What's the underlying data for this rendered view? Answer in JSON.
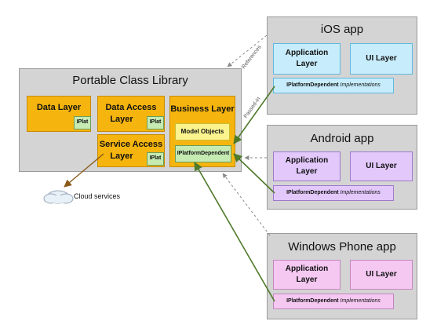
{
  "portable_class_library": {
    "title": "Portable Class Library",
    "data_layer": {
      "label": "Data Layer",
      "iplat": "IPlat"
    },
    "data_access_layer": {
      "line1": "Data Access",
      "line2": "Layer",
      "iplat": "IPlat"
    },
    "service_access_layer": {
      "line1": "Service Access",
      "line2": "Layer",
      "iplat": "IPlat"
    },
    "business_layer": {
      "label": "Business Layer",
      "model_objects": "Model Objects",
      "platform_dependent": "IPlatformDependent"
    }
  },
  "cloud_services": "Cloud services",
  "edge_labels": {
    "references": "References",
    "passed_in": "Passed-in"
  },
  "ios_app": {
    "title": "iOS app",
    "application_layer": {
      "line1": "Application",
      "line2": "Layer"
    },
    "ui_layer": "UI Layer",
    "implementations": {
      "bold": "IPlatformDependent",
      "italic": "Implementations"
    }
  },
  "android_app": {
    "title": "Android app",
    "application_layer": {
      "line1": "Application",
      "line2": "Layer"
    },
    "ui_layer": "UI Layer",
    "implementations": {
      "bold": "IPlatformDependent",
      "italic": "Implementations"
    }
  },
  "windows_phone_app": {
    "title": "Windows Phone app",
    "application_layer": {
      "line1": "Application",
      "line2": "Layer"
    },
    "ui_layer": "UI Layer",
    "implementations": {
      "bold": "IPlatformDependent",
      "italic": "Implementations"
    }
  },
  "colors": {
    "container": "#d4d4d4",
    "business": "#f6b50e",
    "iplat": "#c5ebb3",
    "ios": "#c7ecfb",
    "android": "#e2c8fb",
    "windows_phone": "#f5c8f2",
    "passed_in_arrow": "#4f7a2c",
    "cloud_arrow": "#8a5a1a"
  }
}
